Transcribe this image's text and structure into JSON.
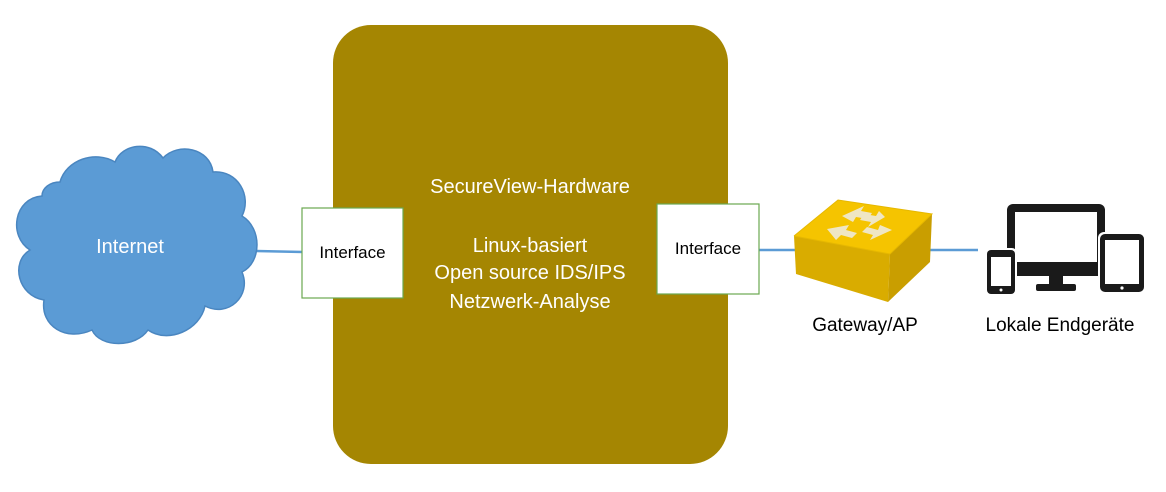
{
  "colors": {
    "hardware_fill": "#a58602",
    "hardware_text": "#ffffff",
    "cloud_fill": "#5b9bd5",
    "cloud_text": "#ffffff",
    "link_line": "#5b9bd5",
    "interface_fill": "#ffffff",
    "interface_border": "#6aa84f",
    "switch_top": "#f5c400",
    "switch_side": "#c99e00",
    "device_black": "#1a1a1a"
  },
  "cloud": {
    "label": "Internet",
    "icon": "cloud-icon"
  },
  "hardware": {
    "title": "SecureView-Hardware",
    "lines": [
      "Linux-basiert",
      "Open source IDS/IPS",
      "Netzwerk-Analyse"
    ]
  },
  "interface_left": {
    "label": "Interface"
  },
  "interface_right": {
    "label": "Interface"
  },
  "gateway": {
    "label": "Gateway/AP",
    "icon": "network-switch-icon"
  },
  "devices": {
    "label": "Lokale Endgeräte",
    "icon": "devices-icon"
  }
}
